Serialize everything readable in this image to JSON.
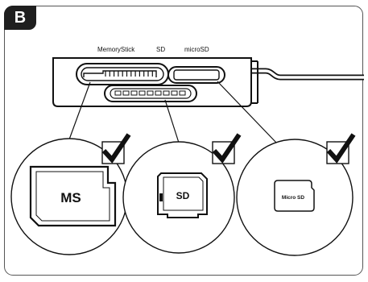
{
  "panel": {
    "letter": "B"
  },
  "reader": {
    "slot_labels": {
      "memorystick": "MemoryStick",
      "sd": "SD",
      "microsd": "microSD"
    }
  },
  "cards": {
    "ms": {
      "label": "MS",
      "supported": true
    },
    "sd": {
      "label": "SD",
      "supported": true
    },
    "microsd": {
      "label": "Micro SD",
      "supported": true
    }
  }
}
